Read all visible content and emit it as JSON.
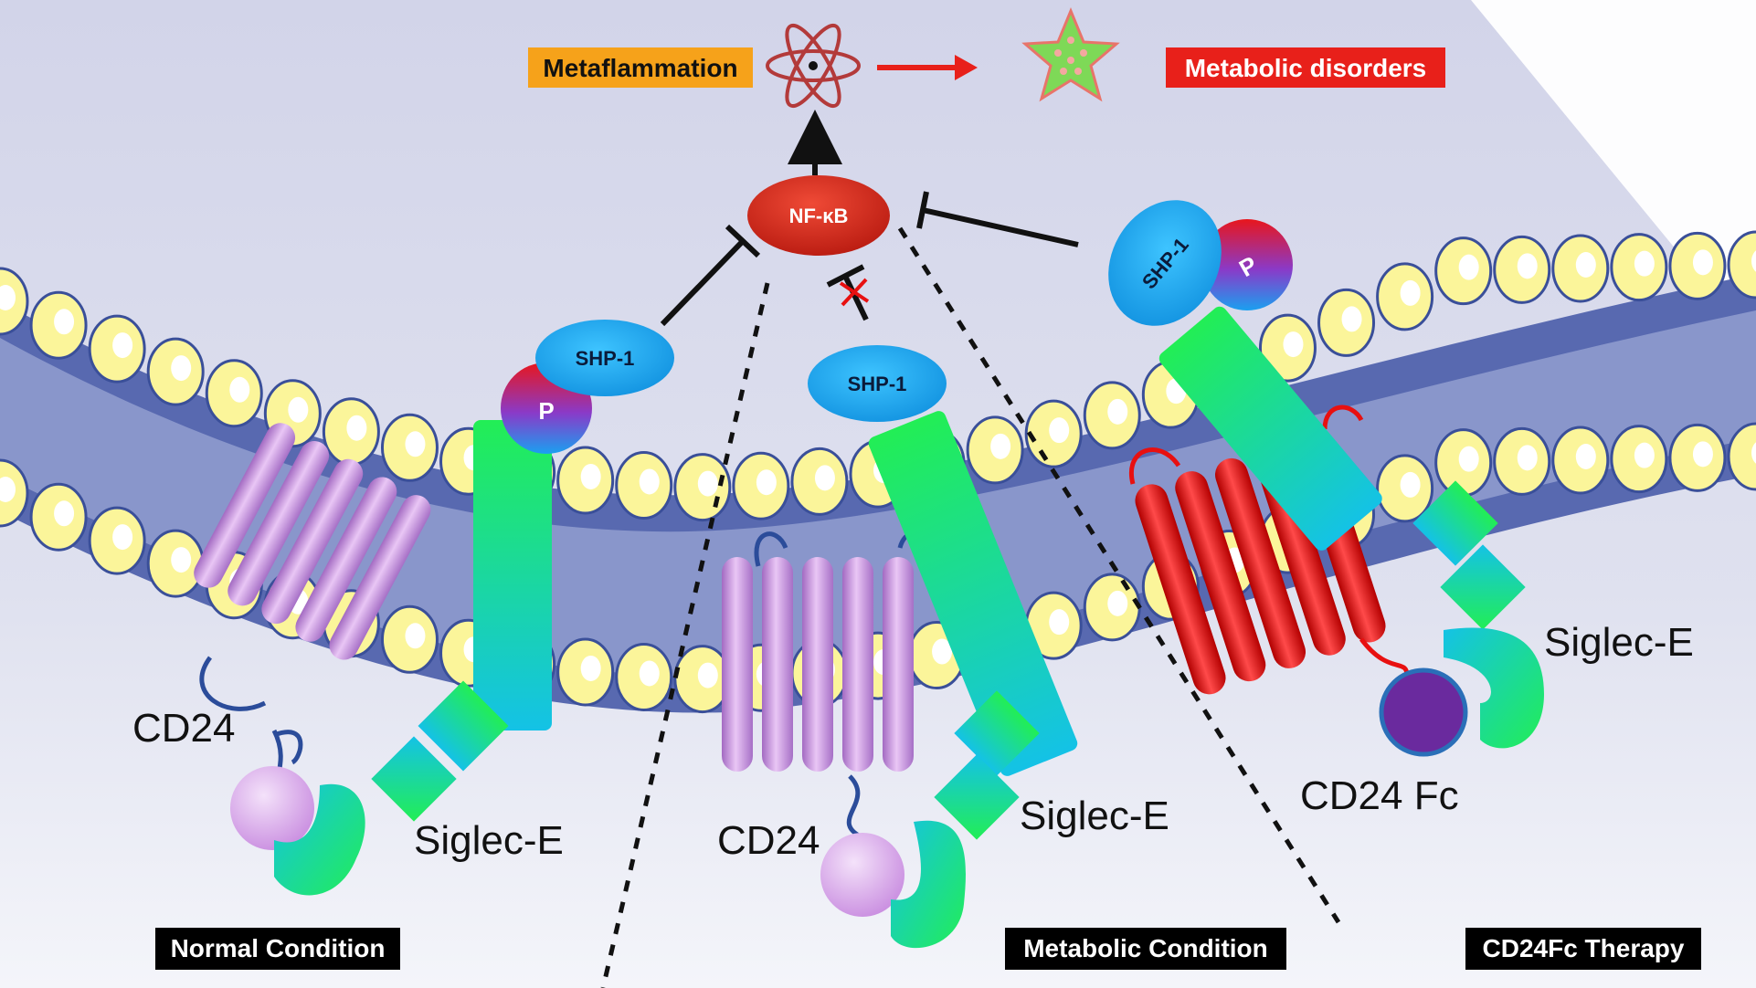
{
  "colors": {
    "background_top": "#d4d6ea",
    "background_bottom": "#f2f3f8",
    "membrane_band": "#4a5fa8",
    "lipid_head": "#fbf59a",
    "cd24_normal": "#c993df",
    "cd24_therapy": "#e81010",
    "siglec_green": "#22ee55",
    "siglec_cyan": "#16c4e0",
    "shp1_blue": "#1aa6ee",
    "nfkb_red": "#d8281c",
    "fc_purple": "#6a2a9e",
    "ligand_lilac": "#d9a6e8",
    "metaflammation_bg": "#f6a21a",
    "metabolic_disorders_bg": "#e8201a",
    "condition_label_bg": "#000000"
  },
  "labels": {
    "metaflammation": "Metaflammation",
    "metabolic_disorders": "Metabolic disorders",
    "nfkb": "NF-κB",
    "shp1": "SHP-1",
    "phospho": "P",
    "cd24": "CD24",
    "siglec_e": "Siglec-E",
    "cd24_fc": "CD24 Fc",
    "normal_condition": "Normal Condition",
    "metabolic_condition": "Metabolic Condition",
    "cd24fc_therapy": "CD24Fc Therapy"
  },
  "icons": {
    "inflammation": "atom-icon",
    "disorder": "star-icon",
    "inhibition_blocked": "red-cross-icon"
  }
}
